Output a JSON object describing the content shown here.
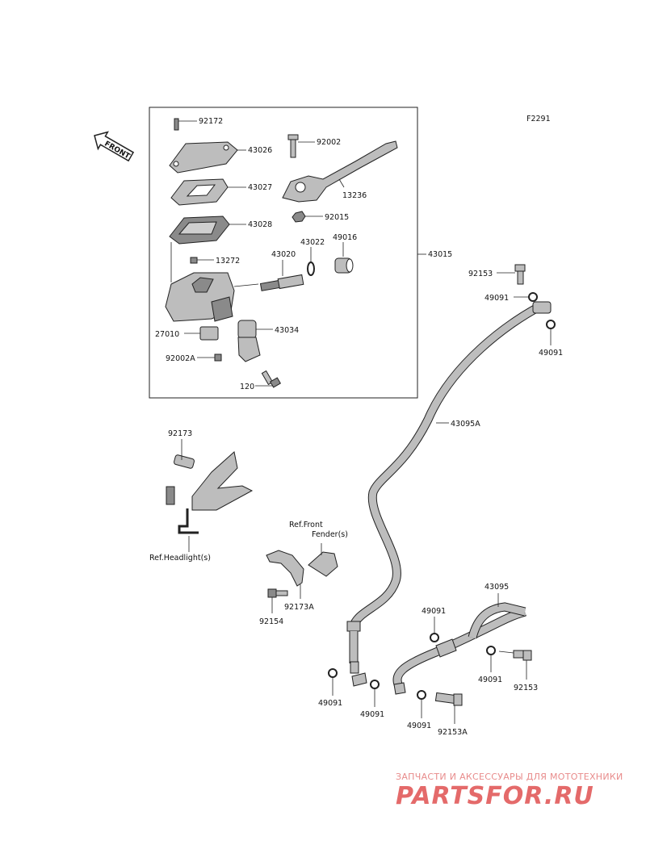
{
  "figure_code": "F2291",
  "front_label": "FRONT",
  "labels": {
    "p92172": "92172",
    "p43026": "43026",
    "p43027": "43027",
    "p43028": "43028",
    "p13272": "13272",
    "p43020": "43020",
    "p43022": "43022",
    "p49016": "49016",
    "p43015": "43015",
    "p92002": "92002",
    "p13236": "13236",
    "p92015": "92015",
    "p27010": "27010",
    "p43034": "43034",
    "p92002A": "92002A",
    "p120": "120",
    "p92153_top": "92153",
    "p49091_a": "49091",
    "p49091_b": "49091",
    "p43095A": "43095A",
    "p92173": "92173",
    "ref_headlight": "Ref.Headlight(s)",
    "ref_front": "Ref.Front",
    "ref_fender": "Fender(s)",
    "p92173A": "92173A",
    "p92154": "92154",
    "p43095": "43095",
    "p49091_c": "49091",
    "p49091_d": "49091",
    "p92153_r": "92153",
    "p49091_e": "49091",
    "p49091_f": "49091",
    "p49091_g": "49091",
    "p92153A": "92153A"
  },
  "watermark": {
    "line1": "ЗАПЧАСТИ И АКСЕССУАРЫ ДЛЯ МОТОТЕХНИКИ",
    "line2": "PARTSFOR.RU"
  }
}
